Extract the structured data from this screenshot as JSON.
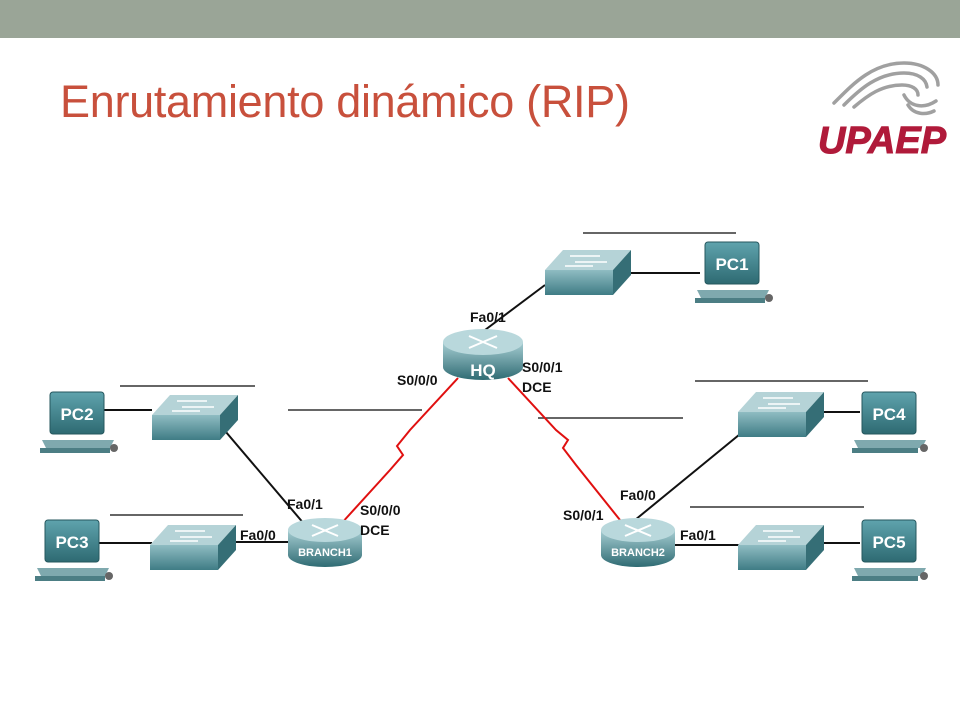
{
  "slide": {
    "title": "Enrutamiento dinámico (RIP)",
    "logo_text": "UPAEP"
  },
  "colors": {
    "title": "#c8503c",
    "top_bar": "#9aa597",
    "serial_link": "#e01010",
    "ethernet_link": "#111111",
    "device": "#4c8c94",
    "logo": "#b01a3a"
  },
  "devices": {
    "routers": [
      {
        "id": "HQ",
        "label": "HQ"
      },
      {
        "id": "BRANCH1",
        "label": "BRANCH1"
      },
      {
        "id": "BRANCH2",
        "label": "BRANCH2"
      }
    ],
    "pcs": [
      {
        "id": "PC1",
        "label": "PC1"
      },
      {
        "id": "PC2",
        "label": "PC2"
      },
      {
        "id": "PC3",
        "label": "PC3"
      },
      {
        "id": "PC4",
        "label": "PC4"
      },
      {
        "id": "PC5",
        "label": "PC5"
      }
    ]
  },
  "interfaces": {
    "hq_fa01": "Fa0/1",
    "hq_s000": "S0/0/0",
    "hq_s001": "S0/0/1",
    "hq_dce": "DCE",
    "b1_fa01": "Fa0/1",
    "b1_fa00": "Fa0/0",
    "b1_s000": "S0/0/0",
    "b1_dce": "DCE",
    "b2_fa00": "Fa0/0",
    "b2_s001": "S0/0/1",
    "b2_fa01": "Fa0/1"
  }
}
